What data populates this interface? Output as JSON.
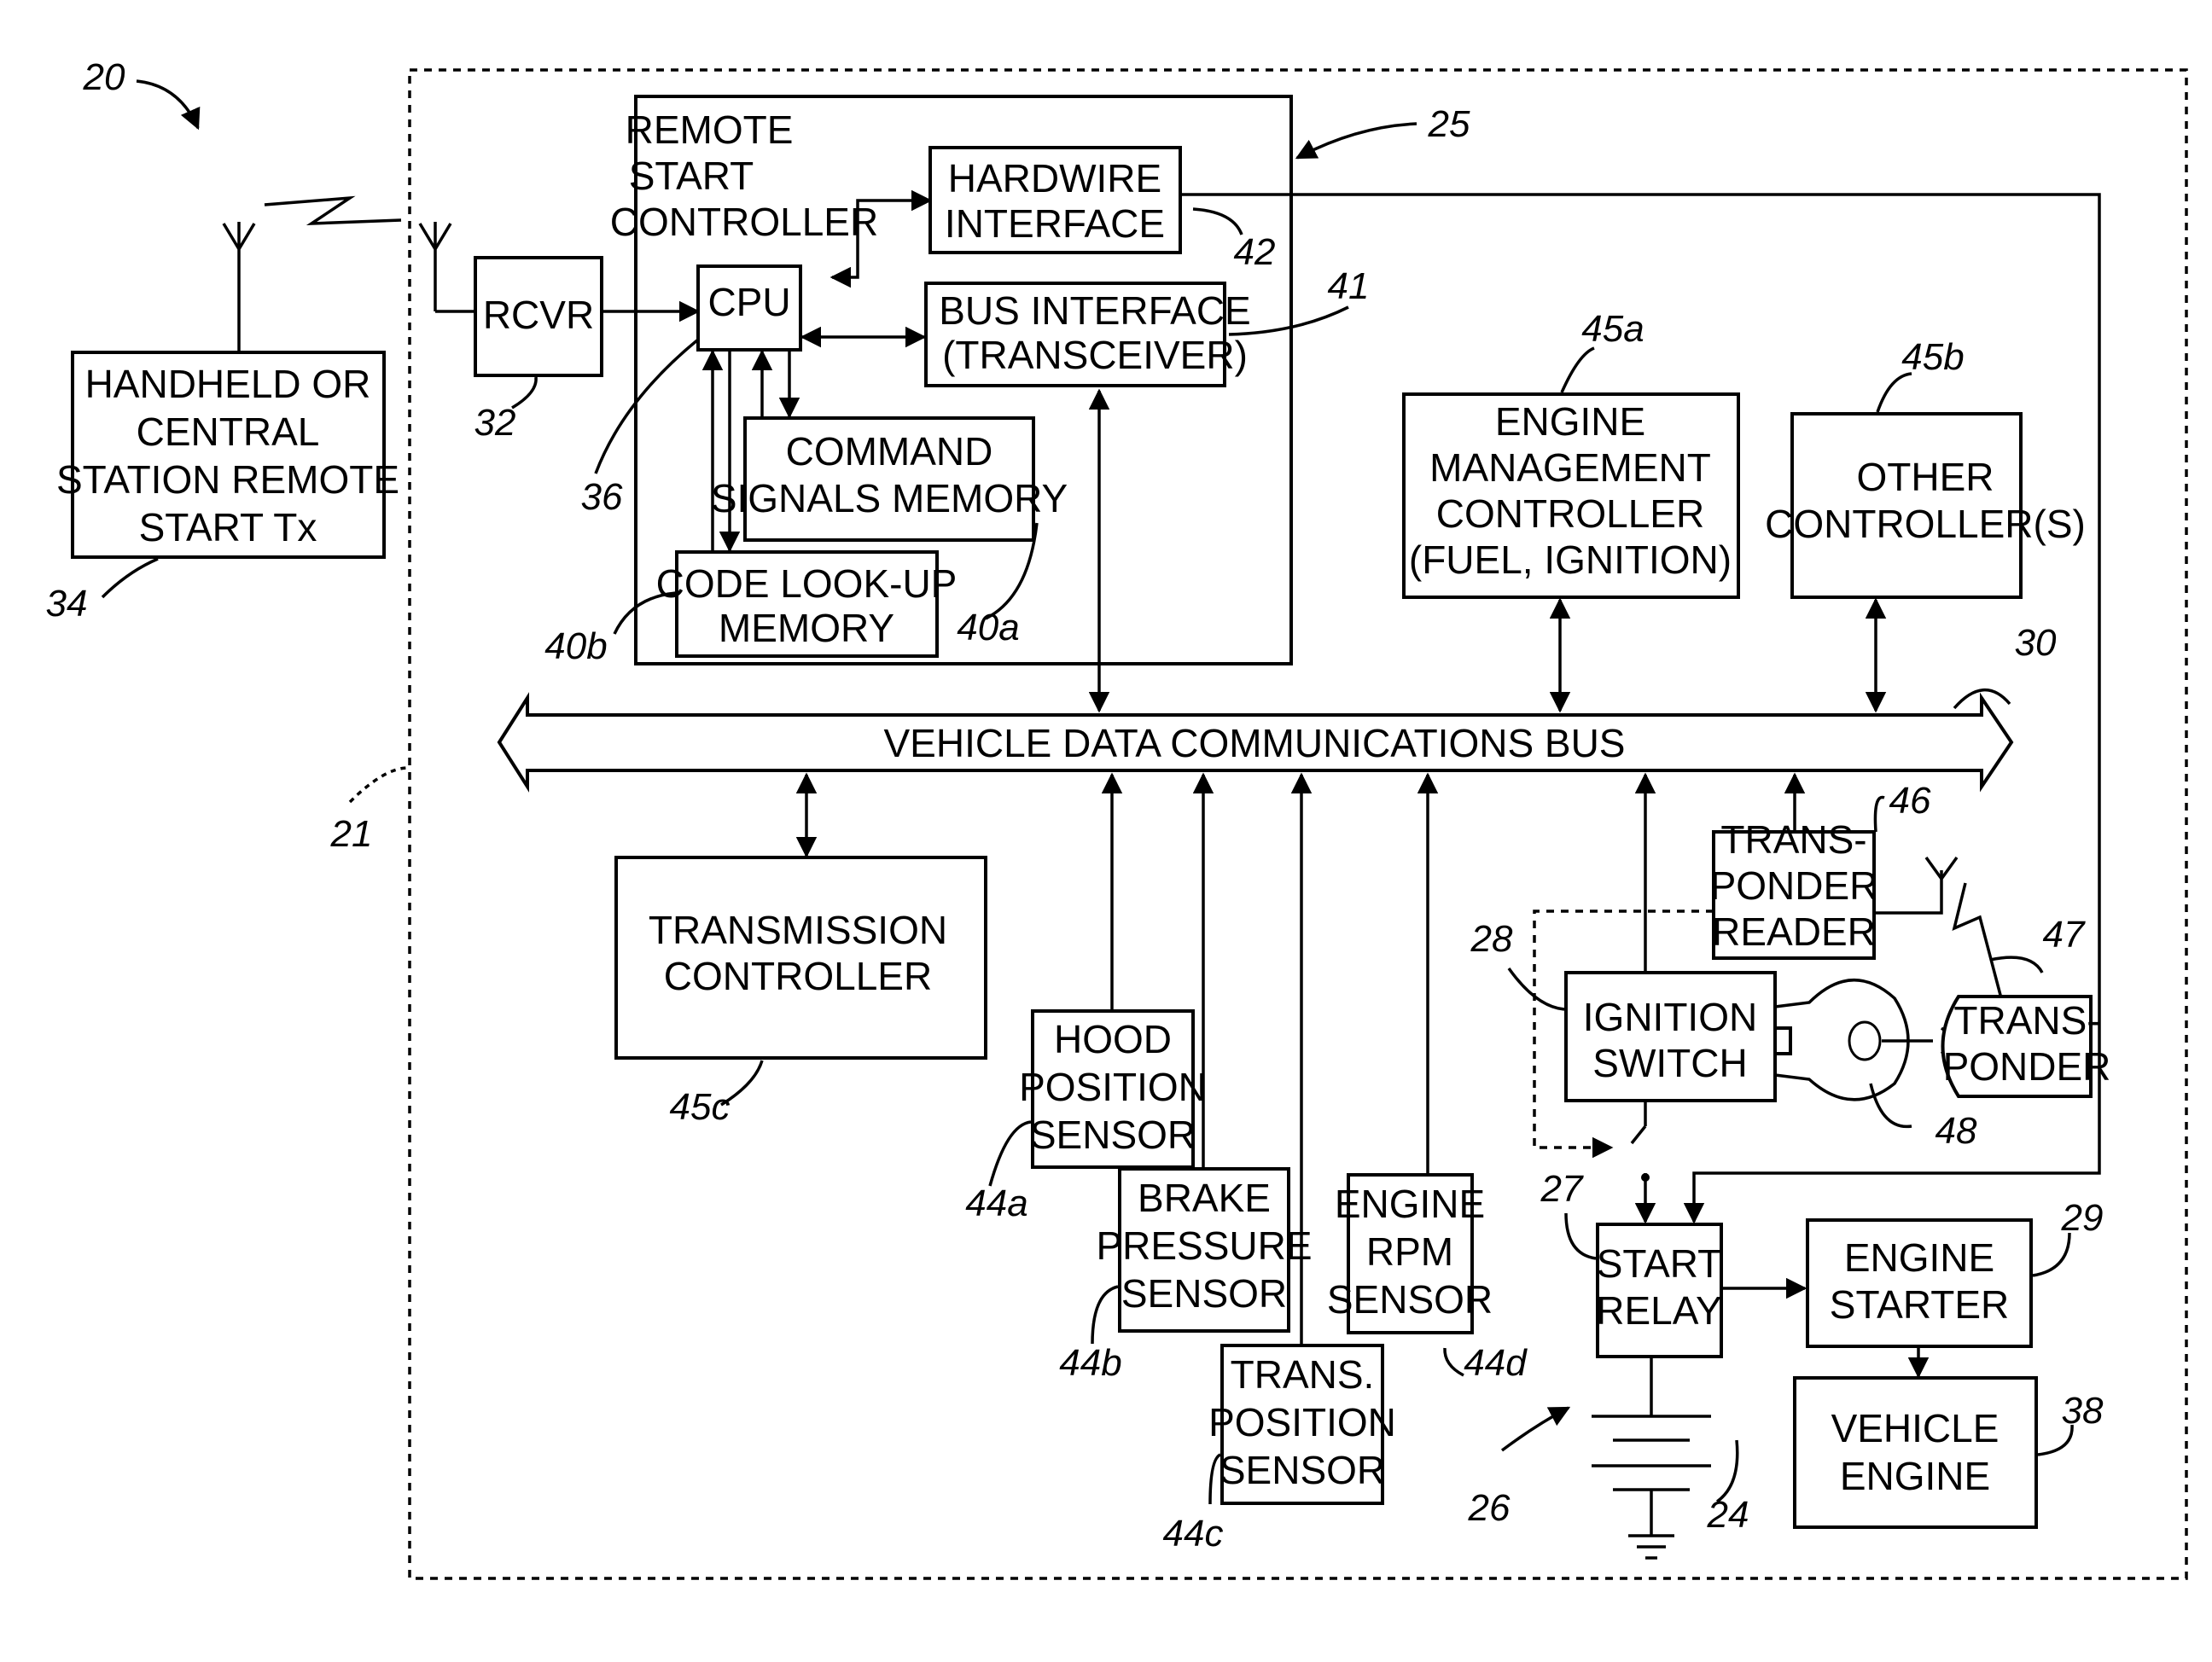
{
  "blocks": {
    "remote_tx": [
      "HANDHELD OR",
      "CENTRAL",
      "STATION REMOTE",
      "START Tx"
    ],
    "rcvr": [
      "RCVR"
    ],
    "remote_start_controller": [
      "REMOTE",
      "START",
      "CONTROLLER"
    ],
    "cpu": [
      "CPU"
    ],
    "hardwire_interface": [
      "HARDWIRE",
      "INTERFACE"
    ],
    "bus_interface": [
      "BUS INTERFACE",
      "(TRANSCEIVER)"
    ],
    "command_signals_memory": [
      "COMMAND",
      "SIGNALS MEMORY"
    ],
    "code_lookup_memory": [
      "CODE LOOK-UP",
      "MEMORY"
    ],
    "engine_management_controller": [
      "ENGINE",
      "MANAGEMENT",
      "CONTROLLER",
      "(FUEL, IGNITION)"
    ],
    "other_controllers": [
      "OTHER",
      "CONTROLLER(S)"
    ],
    "vehicle_data_bus": [
      "VEHICLE DATA COMMUNICATIONS BUS"
    ],
    "transmission_controller": [
      "TRANSMISSION",
      "CONTROLLER"
    ],
    "hood_position_sensor": [
      "HOOD",
      "POSITION",
      "SENSOR"
    ],
    "brake_pressure_sensor": [
      "BRAKE",
      "PRESSURE",
      "SENSOR"
    ],
    "trans_position_sensor": [
      "TRANS.",
      "POSITION",
      "SENSOR"
    ],
    "engine_rpm_sensor": [
      "ENGINE",
      "RPM",
      "SENSOR"
    ],
    "transponder_reader": [
      "TRANS-",
      "PONDER",
      "READER"
    ],
    "ignition_switch": [
      "IGNITION",
      "SWITCH"
    ],
    "transponder": [
      "TRANS-",
      "PONDER"
    ],
    "start_relay": [
      "START",
      "RELAY"
    ],
    "engine_starter": [
      "ENGINE",
      "STARTER"
    ],
    "vehicle_engine": [
      "VEHICLE",
      "ENGINE"
    ]
  },
  "refs": {
    "r20": "20",
    "r25": "25",
    "r42": "42",
    "r41": "41",
    "r32": "32",
    "r34": "34",
    "r36": "36",
    "r40a": "40a",
    "r40b": "40b",
    "r45a": "45a",
    "r45b": "45b",
    "r30": "30",
    "r21": "21",
    "r46": "46",
    "r47": "47",
    "r28": "28",
    "r48": "48",
    "r45c": "45c",
    "r44a": "44a",
    "r44b": "44b",
    "r44c": "44c",
    "r44d": "44d",
    "r27": "27",
    "r29": "29",
    "r38": "38",
    "r26": "26",
    "r24": "24"
  }
}
